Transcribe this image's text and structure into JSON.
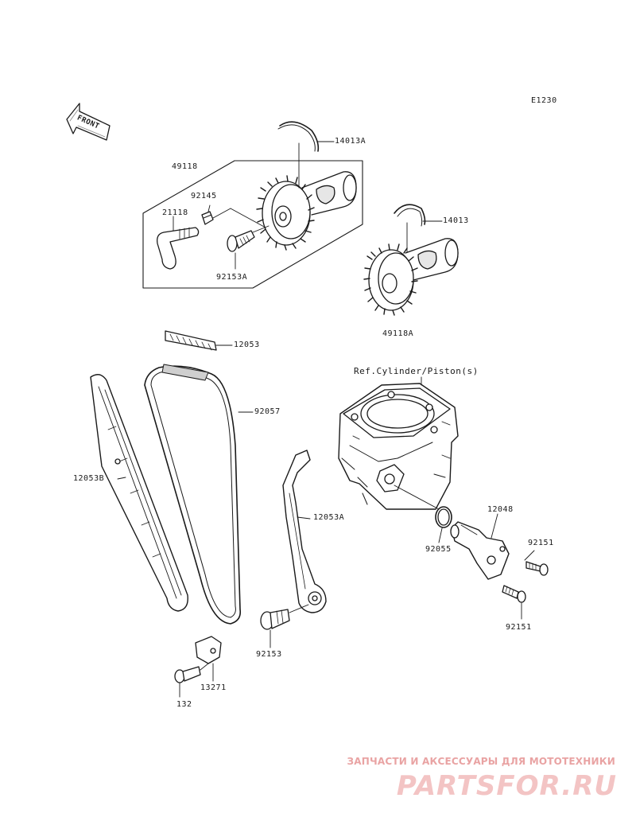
{
  "diagram_code": "E1230",
  "front_label": "FRONT",
  "reference": "Ref.Cylinder/Piston(s)",
  "parts": {
    "p14013A": "14013A",
    "p49118": "49118",
    "p92145": "92145",
    "p21118": "21118",
    "p92153A": "92153A",
    "p14013": "14013",
    "p49118A": "49118A",
    "p12053": "12053",
    "p92057": "92057",
    "p12053B": "12053B",
    "p12053A": "12053A",
    "p92153": "92153",
    "p13271": "13271",
    "p132": "132",
    "p12048": "12048",
    "p92055": "92055",
    "p92151a": "92151",
    "p92151b": "92151"
  },
  "watermark": {
    "tagline": "ЗАПЧАСТИ И АКСЕССУАРЫ ДЛЯ МОТОТЕХНИКИ",
    "logo": "PARTSFOR.RU"
  },
  "colors": {
    "line": "#1a1a1a",
    "fill": "#ffffff",
    "shade": "#cfcfcf",
    "watermark": "#f3c4c4"
  }
}
